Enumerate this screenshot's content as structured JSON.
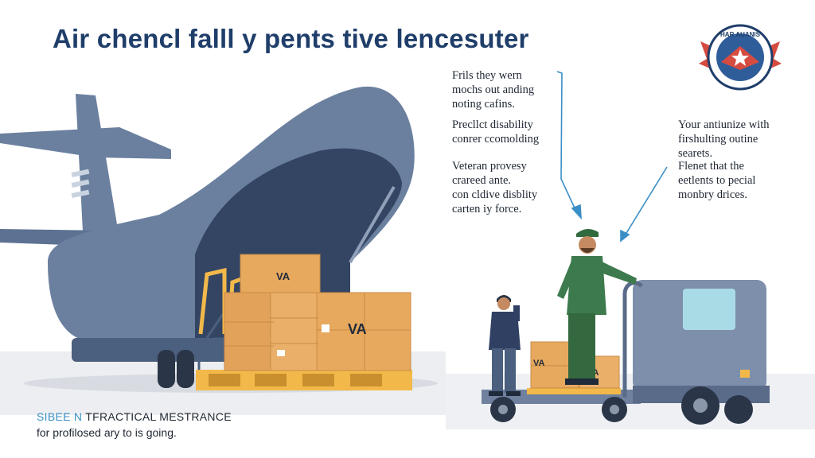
{
  "title": "Air chencl falll y pents tive lencesuter",
  "callouts": {
    "block1": "Frils they wern\nmochs out anding\nnoting cafins.",
    "block2": "Precllct disability\nconrer ccomolding",
    "block3": "Veteran provesy\ncrareed ante.\ncon cldive disblity\ncarten iy force.",
    "block4": "Your antiunize with\nfirshulting outine\nsearets.",
    "block5": "Flenet that the\neetlents to pecial\nmonbry drices."
  },
  "footer": {
    "accent": "SIBEE N",
    "rest": " TFRACTICAL MESTRANCE",
    "line2": "for profilosed ary to is going."
  },
  "labels": {
    "va_top": "VA",
    "va_big": "VA",
    "va_truck_left": "VA",
    "va_truck_right": "VA"
  },
  "emblem_text": "HAR AUANIS",
  "colors": {
    "title": "#1f3e6a",
    "plane": "#6b809f",
    "plane_dark": "#4b5f7e",
    "box": "#e7a95e",
    "pallet": "#f2b94a",
    "truck": "#7d8fab",
    "uniform": "#3d7a4d",
    "arrow": "#3a8fc6"
  }
}
